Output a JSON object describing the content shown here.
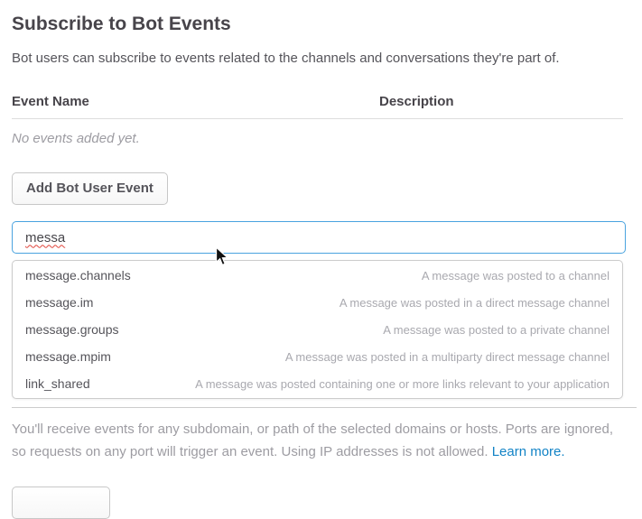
{
  "page": {
    "title": "Subscribe to Bot Events",
    "subtitle": "Bot users can subscribe to events related to the channels and conversations they're part of."
  },
  "events_table": {
    "columns": [
      "Event Name",
      "Description"
    ],
    "empty_message": "No events added yet."
  },
  "toolbar": {
    "add_button_label": "Add Bot User Event"
  },
  "event_search": {
    "value": "messa",
    "suggestions": [
      {
        "name": "message.channels",
        "description": "A message was posted to a channel"
      },
      {
        "name": "message.im",
        "description": "A message was posted in a direct message channel"
      },
      {
        "name": "message.groups",
        "description": "A message was posted to a private channel"
      },
      {
        "name": "message.mpim",
        "description": "A message was posted in a multiparty direct message channel"
      },
      {
        "name": "link_shared",
        "description": "A message was posted containing one or more links relevant to your application"
      }
    ]
  },
  "footer": {
    "note": "You'll receive events for any subdomain, or path of the selected domains or hosts. Ports are ignored, so requests on any port will trigger an event. Using IP addresses is not allowed. ",
    "link_label": "Learn more."
  },
  "colors": {
    "input_focus_blue": "#4aa3df",
    "link_blue": "#1283c6",
    "text_dark": "#47444a",
    "text_muted": "#9d9ca2",
    "border_gray": "#cccccc",
    "spellcheck_red": "#e0443a"
  }
}
